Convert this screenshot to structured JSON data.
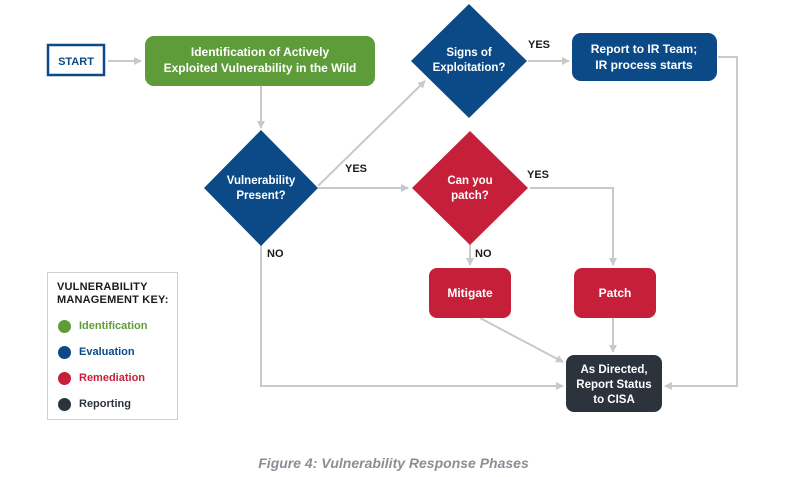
{
  "colors": {
    "identification": "#5e9c3a",
    "evaluation": "#0b4a86",
    "remediation": "#c51f3a",
    "reporting": "#2c333d",
    "arrow": "#c9c9c9",
    "start_border": "#0b4a86"
  },
  "nodes": {
    "start": "START",
    "identification": [
      "Identification of Actively",
      "Exploited Vulnerability in the Wild"
    ],
    "signs": [
      "Signs of",
      "Exploitation?"
    ],
    "report_ir": [
      "Report to IR Team;",
      "IR process starts"
    ],
    "vuln_present": [
      "Vulnerability",
      "Present?"
    ],
    "can_patch": [
      "Can you",
      "patch?"
    ],
    "mitigate": "Mitigate",
    "patch": "Patch",
    "report_cisa": [
      "As Directed,",
      "Report Status",
      "to CISA"
    ]
  },
  "edge_labels": {
    "yes_signs": "YES",
    "yes_present": "YES",
    "no_present": "NO",
    "yes_patch": "YES",
    "no_patch": "NO"
  },
  "key": {
    "title": [
      "VULNERABILITY",
      "MANAGEMENT KEY:"
    ],
    "items": [
      {
        "label": "Identification",
        "color": "#5e9c3a"
      },
      {
        "label": "Evaluation",
        "color": "#0b4a86"
      },
      {
        "label": "Remediation",
        "color": "#c51f3a"
      },
      {
        "label": "Reporting",
        "color": "#2c333d"
      }
    ]
  },
  "caption": "Figure 4: Vulnerability Response Phases"
}
